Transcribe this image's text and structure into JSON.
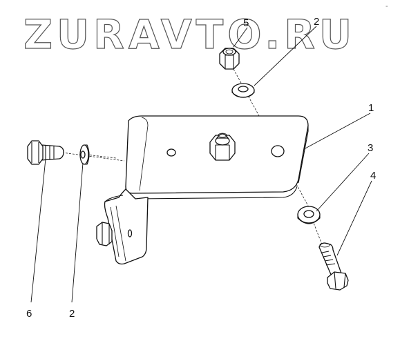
{
  "watermark": {
    "text": "ZURAVTO.RU"
  },
  "callouts": [
    {
      "id": "label-5-top",
      "text": "5"
    },
    {
      "id": "label-2-top",
      "text": "2"
    },
    {
      "id": "label-1",
      "text": "1"
    },
    {
      "id": "label-3",
      "text": "3"
    },
    {
      "id": "label-4",
      "text": "4"
    },
    {
      "id": "label-6",
      "text": "6"
    },
    {
      "id": "label-2-bottom",
      "text": "2"
    }
  ],
  "corner_mark": {
    "text": "-"
  }
}
